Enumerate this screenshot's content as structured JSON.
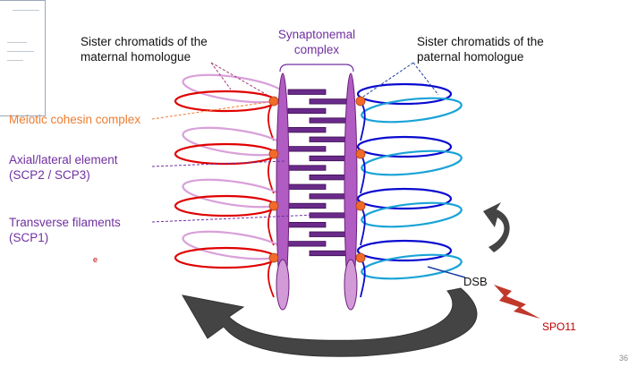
{
  "labels": {
    "maternal": [
      "Sister chromatids of the",
      "maternal homologue"
    ],
    "paternal": [
      "Sister chromatids of the",
      "paternal homologue"
    ],
    "synaptonemal": [
      "Synaptonemal",
      "complex"
    ],
    "cohesin": "Meiotic cohesin complex",
    "axial": [
      "Axial/lateral element",
      "(SCP2 / SCP3)"
    ],
    "transverse": [
      "Transverse filaments",
      "(SCP1)"
    ],
    "stray_mark": "e",
    "dsb": "DSB",
    "spo11": "SPO11"
  },
  "slide_number": "36",
  "colors": {
    "maternal_dark": "#e00000",
    "maternal_light": "#d9a0d9",
    "paternal_dark": "#0a0ad0",
    "paternal_light": "#1aa3d6",
    "axis": "#b05cc2",
    "axis_stroke": "#6a1f7a",
    "filament": "#6a2a8a",
    "cohesin": "#f26a2a",
    "arrow": "#444444",
    "bolt": "#c0392b"
  }
}
